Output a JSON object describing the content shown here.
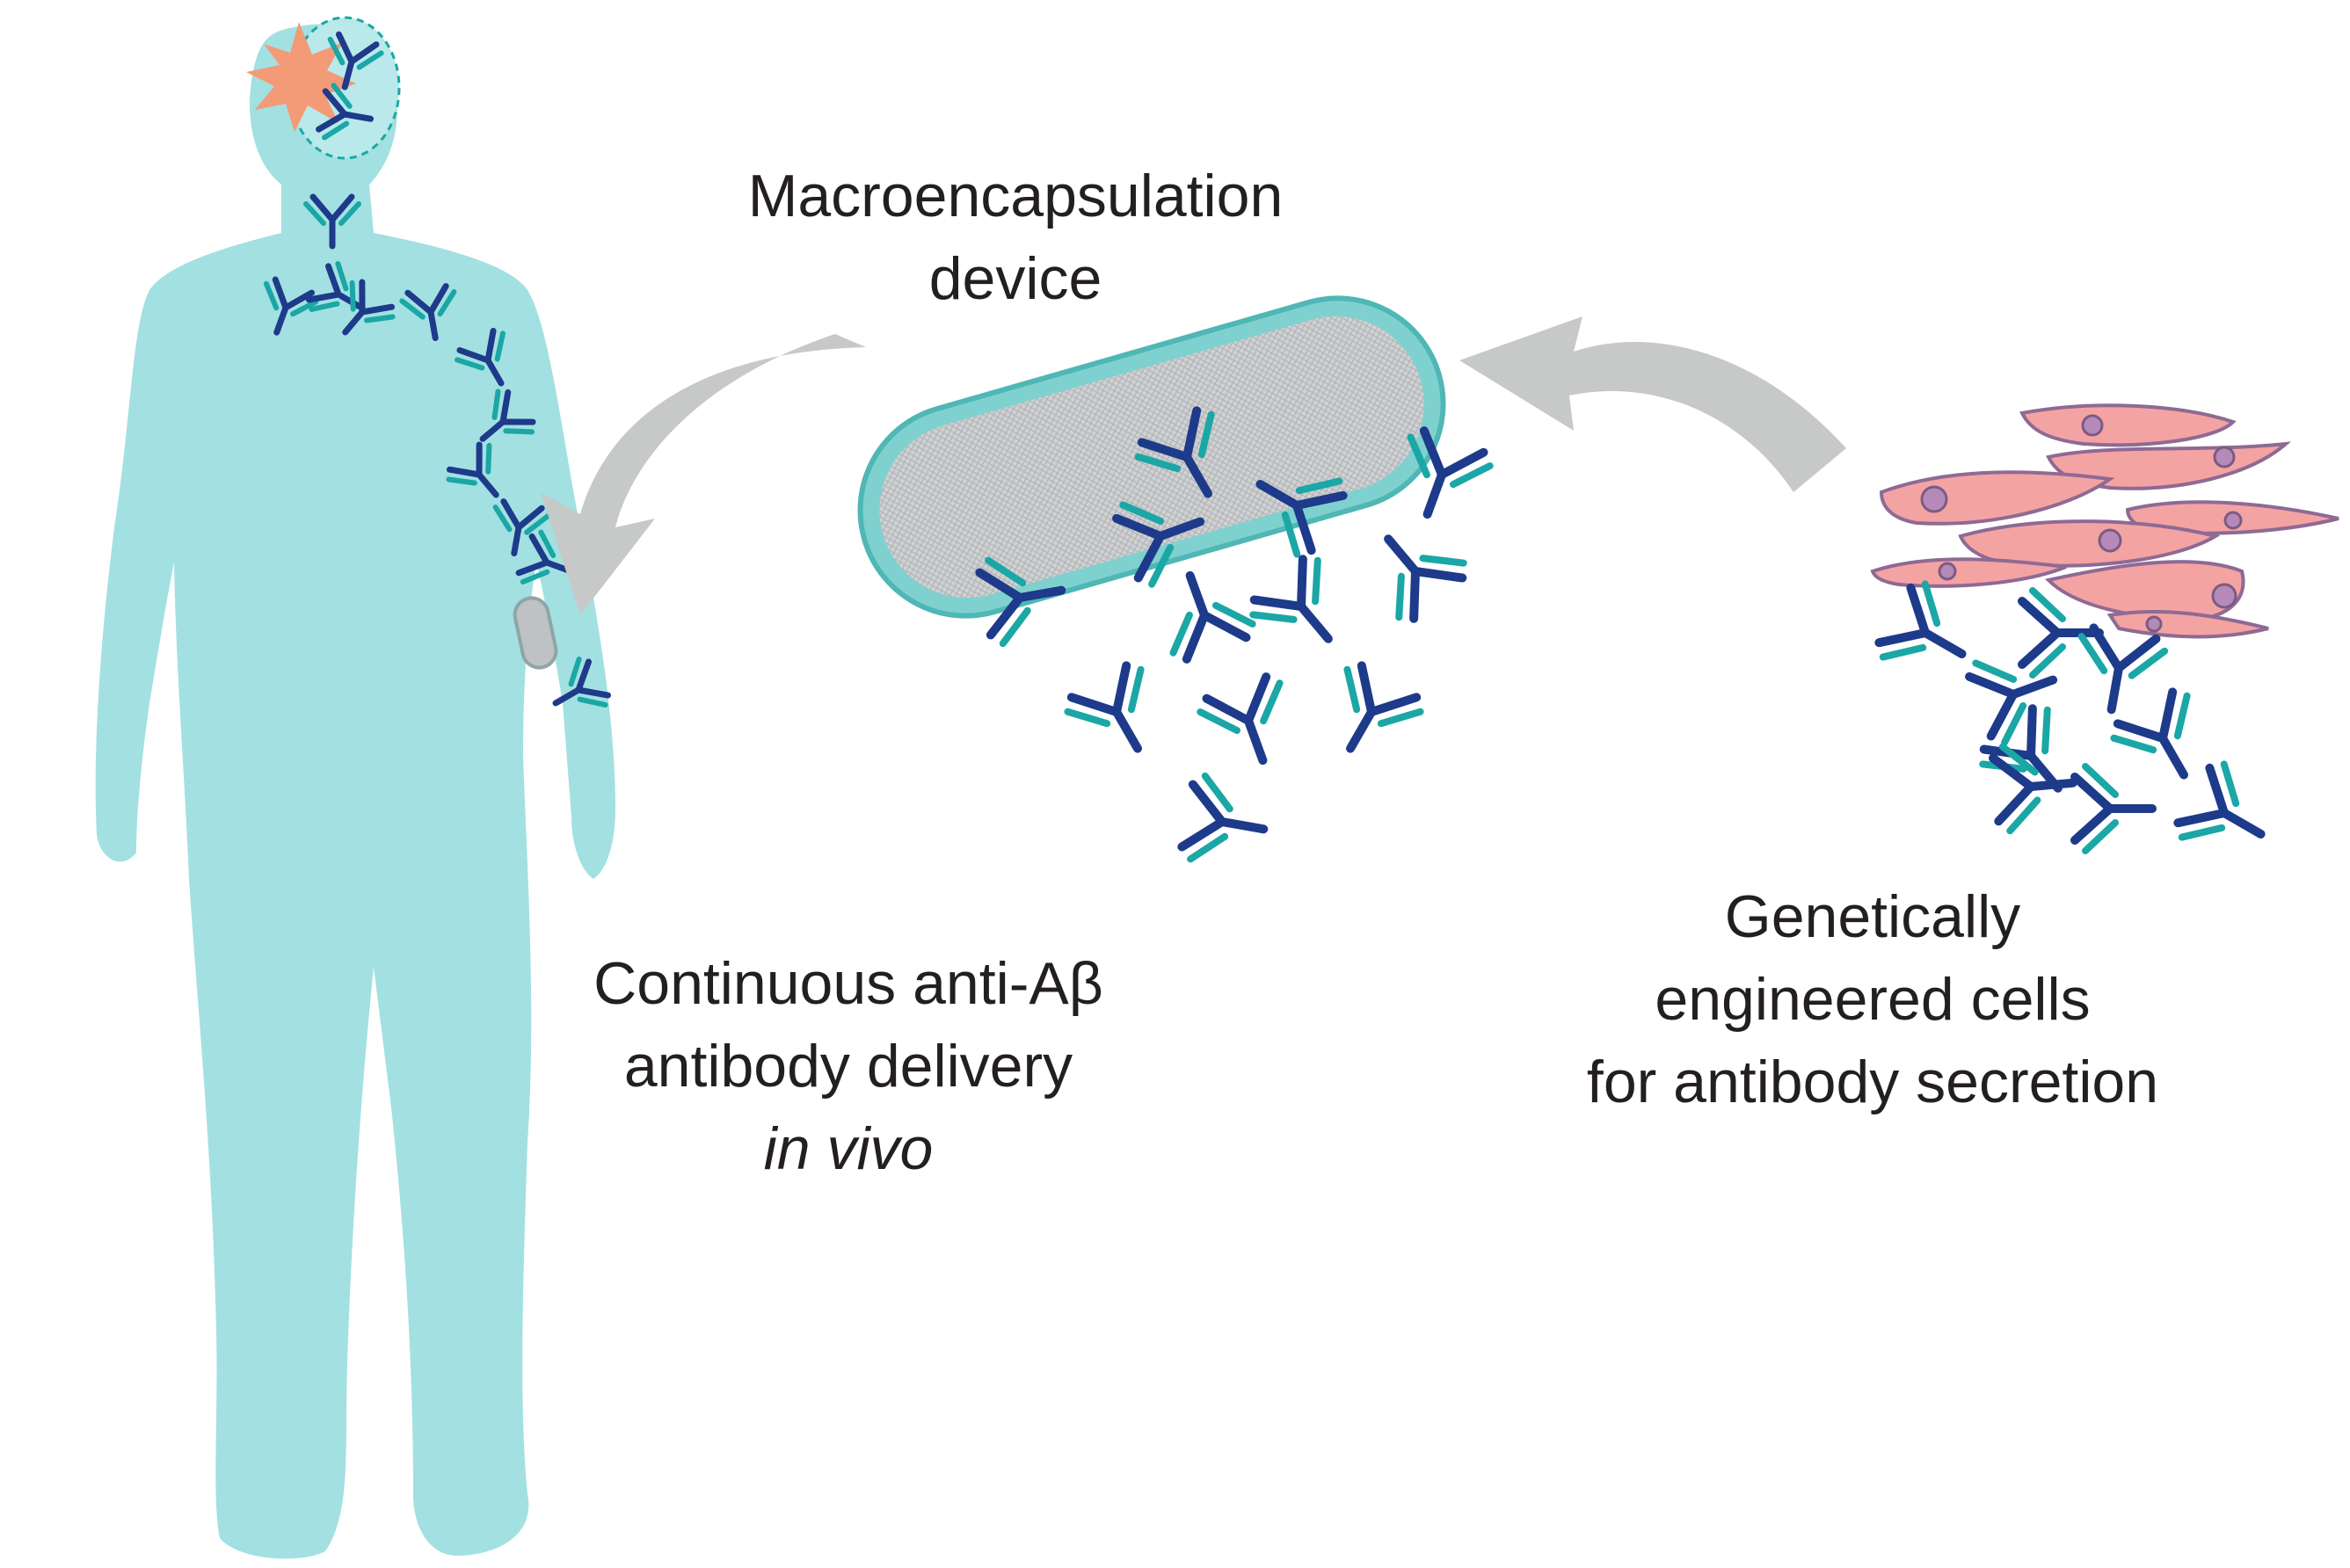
{
  "labels": {
    "device": {
      "line1": "Macroencapsulation",
      "line2": "device"
    },
    "delivery": {
      "line1": "Continuous anti-Aβ",
      "line2": "antibody delivery",
      "line3": "in vivo"
    },
    "cells": {
      "line1": "Genetically",
      "line2": "engineered cells",
      "line3": "for antibody secretion"
    }
  },
  "colors": {
    "body": "#a3e0e1",
    "antibody_heavy": "#1e3a8a",
    "antibody_light": "#1aa7a6",
    "cell": "#f4a3a3",
    "cell_nucleus": "#b58ab9",
    "arrow": "#c7c9c9",
    "device_frame": "#7fd1cf",
    "device_membrane": "#c4c6c8",
    "plaque": "#f39a77"
  },
  "icons": [
    "human-body",
    "brain-plaque-starburst",
    "antibody-icon",
    "macroencapsulation-device",
    "engineered-cell",
    "curved-arrow"
  ]
}
